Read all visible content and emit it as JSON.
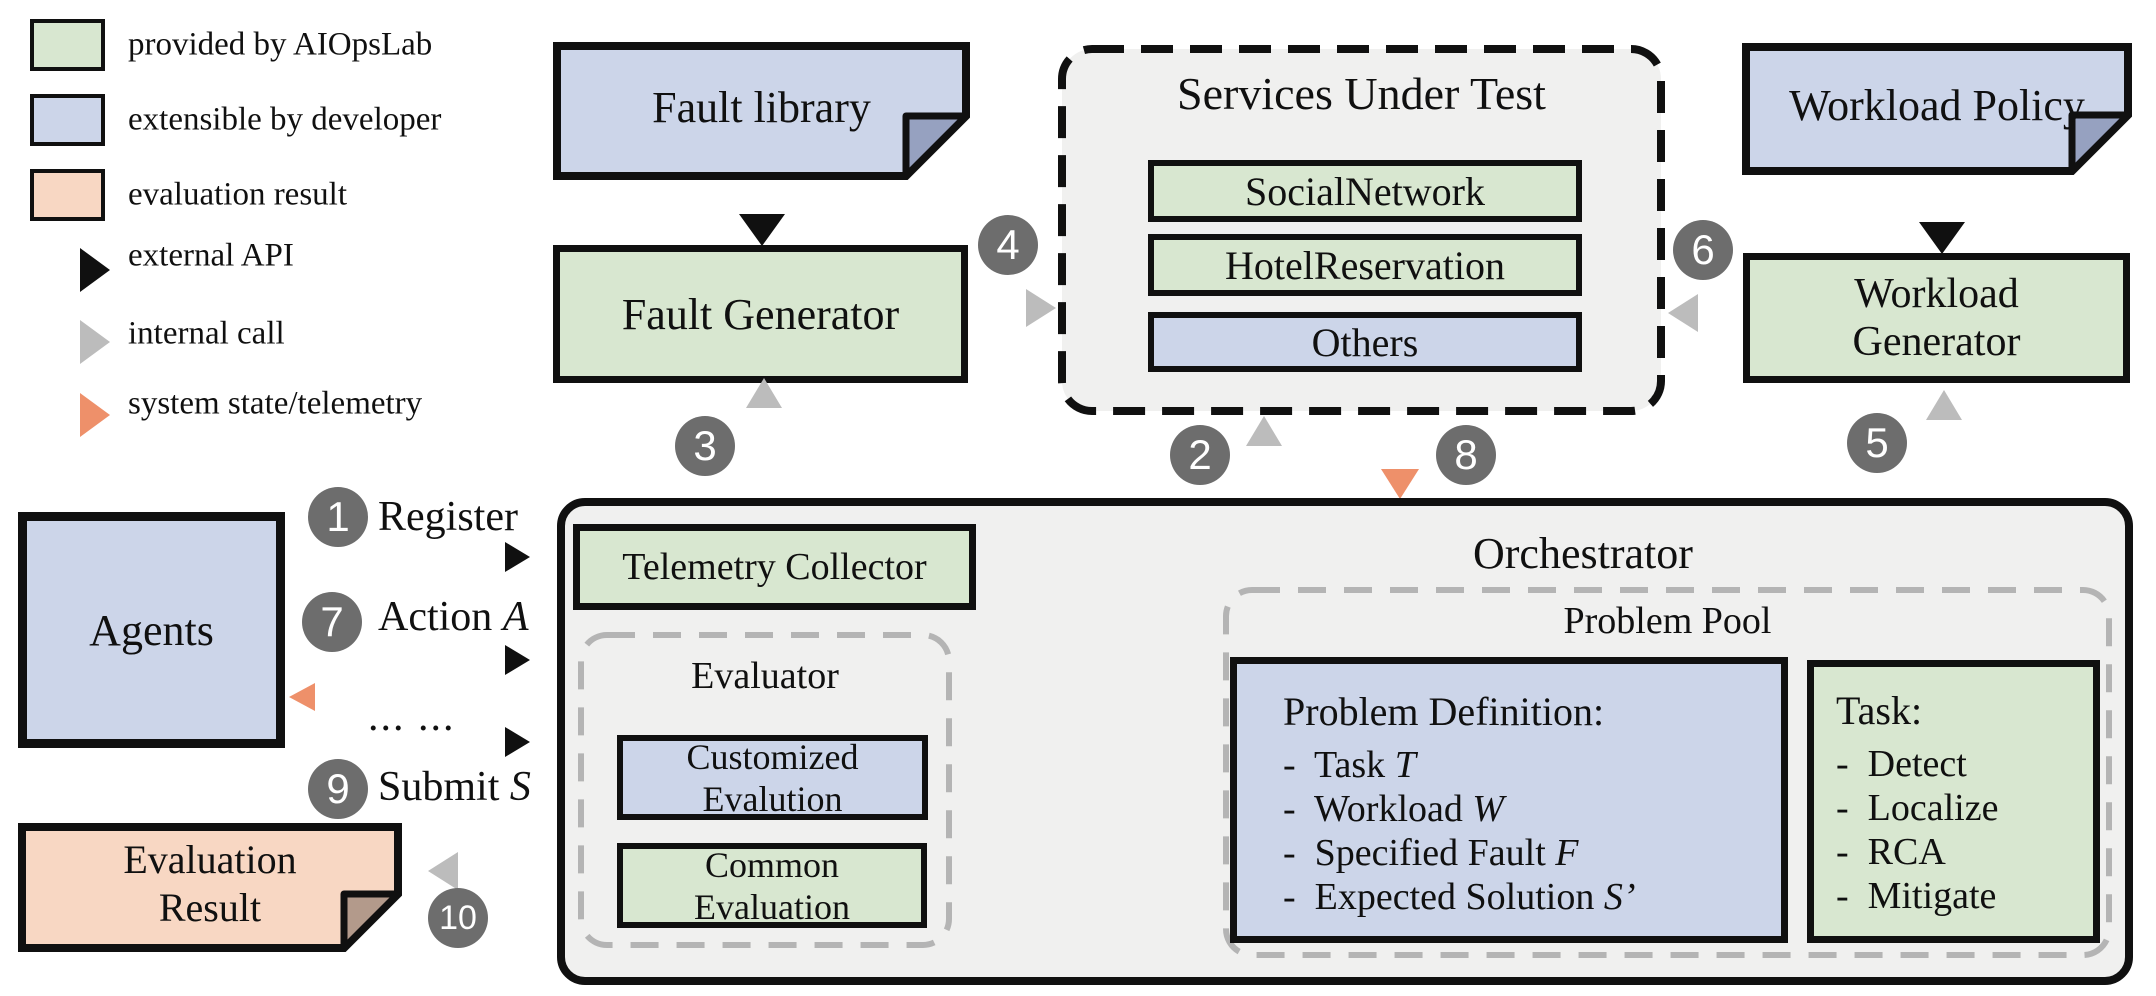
{
  "colors": {
    "provided_green": "#d8e7d0",
    "extensible_blue": "#ccd5e9",
    "result_peach": "#f8d7c3",
    "external_api_black": "#101010",
    "internal_call_gray": "#bcbcbc",
    "telemetry_orange": "#ee906a",
    "badge_gray": "#6d6d6d",
    "panel_gray": "#f0f0ef"
  },
  "legend": {
    "provided_label": "provided by AIOpsLab",
    "extensible_label": "extensible by developer",
    "result_label": "evaluation result",
    "external_api_label": "external API",
    "internal_call_label": "internal call",
    "telemetry_label": "system state/telemetry"
  },
  "fault_library": {
    "title": "Fault library"
  },
  "fault_generator": {
    "title": "Fault Generator"
  },
  "services_under_test": {
    "title": "Services Under Test",
    "services": [
      {
        "label": "SocialNetwork"
      },
      {
        "label": "HotelReservation"
      },
      {
        "label": "Others"
      }
    ]
  },
  "workload_policy": {
    "title": "Workload Policy"
  },
  "workload_generator": {
    "line1": "Workload",
    "line2": "Generator"
  },
  "agents": {
    "title": "Agents"
  },
  "evaluation_result": {
    "line1": "Evaluation",
    "line2": "Result"
  },
  "orchestrator": {
    "title": "Orchestrator",
    "telemetry_collector": "Telemetry Collector",
    "evaluator": {
      "title": "Evaluator",
      "customized": "Customized Evalution",
      "common": "Common Evaluation"
    },
    "problem_pool": {
      "title": "Problem Pool",
      "problem_definition": {
        "title": "Problem Definition:",
        "items": [
          {
            "text": "-  Task ",
            "var": "T"
          },
          {
            "text": "-  Workload ",
            "var": "W"
          },
          {
            "text": "-  Specified Fault ",
            "var": "F"
          },
          {
            "text": "-  Expected Solution ",
            "var": "S’"
          }
        ]
      },
      "task": {
        "title": "Task:",
        "items": [
          {
            "text": "-  Detect"
          },
          {
            "text": "-  Localize"
          },
          {
            "text": "-  RCA"
          },
          {
            "text": "-  Mitigate"
          }
        ]
      }
    }
  },
  "flows": {
    "register": {
      "badge": "1",
      "text": "Register"
    },
    "action": {
      "badge": "7",
      "text": "Action ",
      "var": "A"
    },
    "ellipsis": "... ...",
    "submit": {
      "badge": "9",
      "text": "Submit ",
      "var": "S"
    },
    "badge_2": "2",
    "badge_3": "3",
    "badge_4": "4",
    "badge_5": "5",
    "badge_6": "6",
    "badge_8": "8",
    "badge_10": "10"
  }
}
